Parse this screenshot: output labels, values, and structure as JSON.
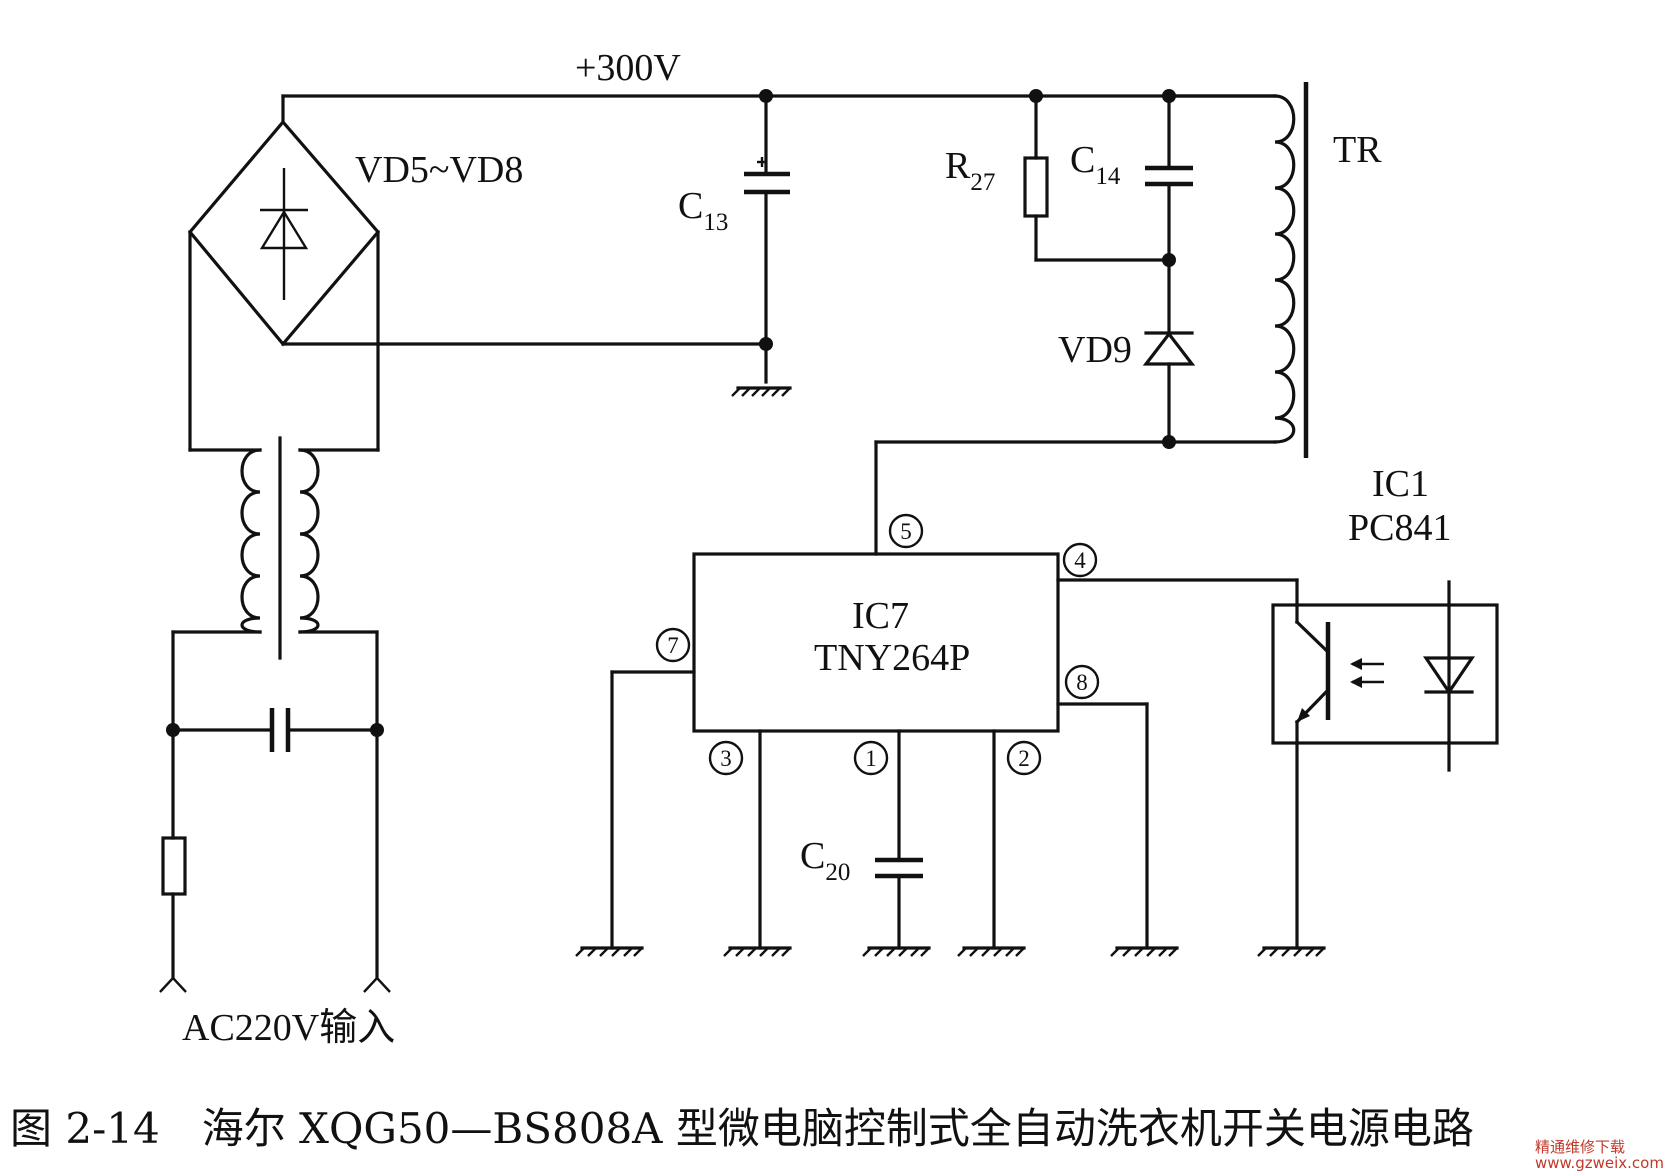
{
  "labels": {
    "rail": "+300V",
    "bridge": "VD5~VD8",
    "c13": "C",
    "c13_sub": "13",
    "r27": "R",
    "r27_sub": "27",
    "c14": "C",
    "c14_sub": "14",
    "vd9": "VD9",
    "tr": "TR",
    "ic1_name": "IC1",
    "ic1_part": "PC841",
    "ic7_name": "IC7",
    "ic7_part": "TNY264P",
    "c20": "C",
    "c20_sub": "20",
    "ac_input": "AC220V输入"
  },
  "pins": {
    "p1": "1",
    "p2": "2",
    "p3": "3",
    "p4": "4",
    "p5": "5",
    "p7": "7",
    "p8": "8"
  },
  "caption": "图 2-14　海尔 XQG50—BS808A 型微电脑控制式全自动洗衣机开关电源电路",
  "watermark": {
    "site_cn": "精通维修下载",
    "site_url": "www.gzweix.com"
  }
}
